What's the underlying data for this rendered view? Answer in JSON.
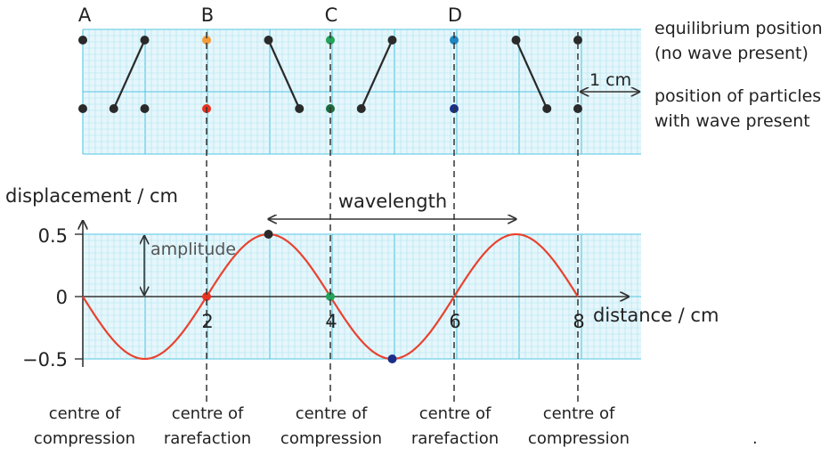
{
  "colors": {
    "grid_fill": "#e6f6fb",
    "grid_fine": "#a9e3f2",
    "grid_major": "#52c7e3",
    "curve": "#e8432f",
    "dark": "#2a2a2a",
    "B": "#f29b3a",
    "B_displaced": "#e8321f",
    "C": "#22a35a",
    "C_displaced": "#1e6b3c",
    "D": "#1f86c4",
    "D_displaced": "#1a2f8a"
  },
  "particles": {
    "labels": [
      "A",
      "B",
      "C",
      "D"
    ],
    "legend_equilibrium": [
      "equilibrium position",
      "(no wave present)"
    ],
    "legend_displaced": [
      "position of particles",
      "with wave present"
    ],
    "scale_label": "1 cm"
  },
  "graph": {
    "ylabel": "displacement / cm",
    "xlabel": "distance / cm",
    "y_ticks": [
      "0.5",
      "0",
      "−0.5"
    ],
    "x_ticks": [
      "2",
      "4",
      "6",
      "8"
    ],
    "amplitude_label": "amplitude",
    "wavelength_label": "wavelength"
  },
  "centres": [
    {
      "line1": "centre of",
      "line2": "compression"
    },
    {
      "line1": "centre of",
      "line2": "rarefaction"
    },
    {
      "line1": "centre of",
      "line2": "compression"
    },
    {
      "line1": "centre of",
      "line2": "rarefaction"
    },
    {
      "line1": "centre of",
      "line2": "compression"
    }
  ],
  "footer_mark": ".",
  "chart_data": {
    "type": "line",
    "xlabel": "distance / cm",
    "ylabel": "displacement / cm",
    "xlim": [
      0,
      8.8
    ],
    "ylim": [
      -0.5,
      0.5
    ],
    "x_ticks": [
      2,
      4,
      6,
      8
    ],
    "y_ticks": [
      -0.5,
      0,
      0.5
    ],
    "amplitude": 0.5,
    "wavelength": 4,
    "function": "y = -0.5 sin(2πx/4)",
    "series": [
      {
        "x": [
          0,
          0.5,
          1,
          1.5,
          2,
          2.5,
          3,
          3.5,
          4,
          4.5,
          5,
          5.5,
          6,
          6.5,
          7,
          7.5,
          8
        ],
        "values": [
          0,
          -0.354,
          -0.5,
          -0.354,
          0,
          0.354,
          0.5,
          0.354,
          0,
          -0.354,
          -0.5,
          -0.354,
          0,
          0.354,
          0.5,
          0.354,
          0
        ]
      }
    ],
    "marked_points": [
      {
        "x": 2,
        "y": 0,
        "color": "#e8321f"
      },
      {
        "x": 3,
        "y": 0.5,
        "color": "#2a2a2a"
      },
      {
        "x": 4,
        "y": 0,
        "color": "#22a35a"
      },
      {
        "x": 5,
        "y": -0.5,
        "color": "#1a2f8a"
      }
    ],
    "particle_equilibrium_x": [
      0,
      2,
      3,
      4,
      5,
      6,
      7,
      8
    ],
    "particle_displaced_x": [
      0,
      0.5,
      1,
      2,
      3.5,
      4,
      4.5,
      6,
      7.5,
      8
    ]
  }
}
